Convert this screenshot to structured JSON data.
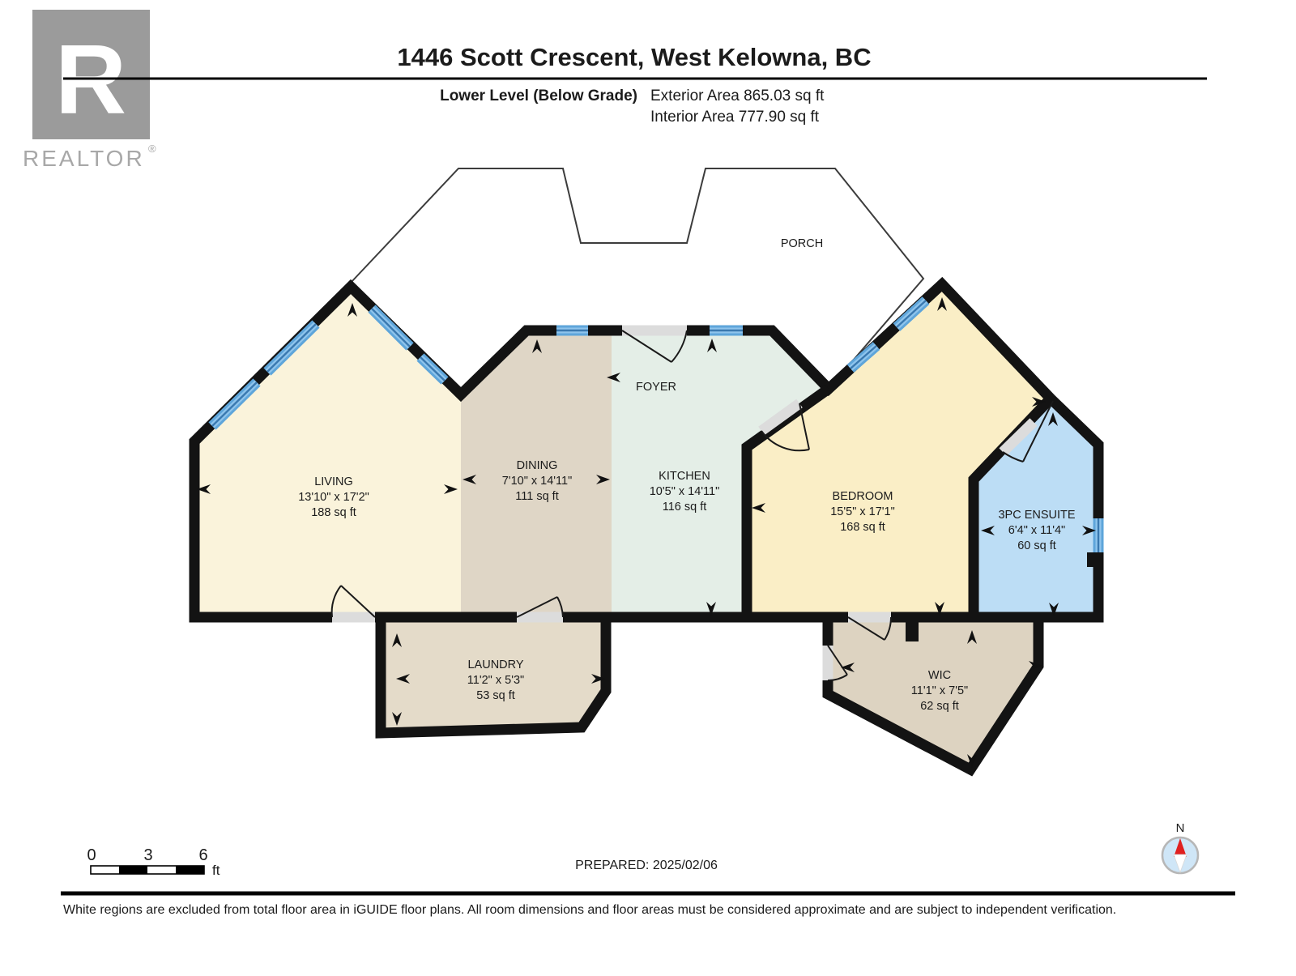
{
  "header": {
    "title": "1446 Scott Crescent, West Kelowna, BC",
    "level_label": "Lower Level (Below Grade)",
    "exterior_area": "Exterior Area 865.03 sq ft",
    "interior_area": "Interior Area 777.90 sq ft",
    "logo": {
      "letter": "R",
      "brand": "REALTOR",
      "registered": "®"
    }
  },
  "plan": {
    "rooms": [
      {
        "key": "porch",
        "name": "PORCH",
        "dims": "",
        "area": ""
      },
      {
        "key": "foyer",
        "name": "FOYER",
        "dims": "",
        "area": ""
      },
      {
        "key": "living",
        "name": "LIVING",
        "dims": "13'10\" x 17'2\"",
        "area": "188 sq ft"
      },
      {
        "key": "dining",
        "name": "DINING",
        "dims": "7'10\" x 14'11\"",
        "area": "111 sq ft"
      },
      {
        "key": "kitchen",
        "name": "KITCHEN",
        "dims": "10'5\" x 14'11\"",
        "area": "116 sq ft"
      },
      {
        "key": "bedroom",
        "name": "BEDROOM",
        "dims": "15'5\" x 17'1\"",
        "area": "168 sq ft"
      },
      {
        "key": "ensuite",
        "name": "3PC ENSUITE",
        "dims": "6'4\" x 11'4\"",
        "area": "60 sq ft"
      },
      {
        "key": "laundry",
        "name": "LAUNDRY",
        "dims": "11'2\" x 5'3\"",
        "area": "53 sq ft"
      },
      {
        "key": "wic",
        "name": "WIC",
        "dims": "11'1\" x 7'5\"",
        "area": "62 sq ft"
      }
    ],
    "colors": {
      "porch": "#FFFFFF",
      "living": "#FAF3DB",
      "dining": "#DFD6C6",
      "kitchen": "#E4EEE7",
      "bedroom": "#FAEEC6",
      "ensuite": "#BCDDF5",
      "laundry": "#E4DBC9",
      "wic": "#DDD3C1",
      "wall": "#131313",
      "window_base": "#5EA5DA",
      "window_light": "#8EC4EC",
      "window_core": "#3A79B0",
      "door": "#DCDCDC",
      "compass_fill": "#CFE6F7",
      "compass_ring": "#B7B7B7",
      "compass_needle": "#E02020"
    }
  },
  "footer": {
    "scalebar": {
      "t0": "0",
      "t1": "3",
      "t2": "6",
      "unit": "ft"
    },
    "prepared": "PREPARED: 2025/02/06",
    "compass_label": "N",
    "disclaimer": "White regions are excluded from total floor area in iGUIDE floor plans. All room dimensions and floor areas must be considered approximate and are subject to independent verification."
  }
}
